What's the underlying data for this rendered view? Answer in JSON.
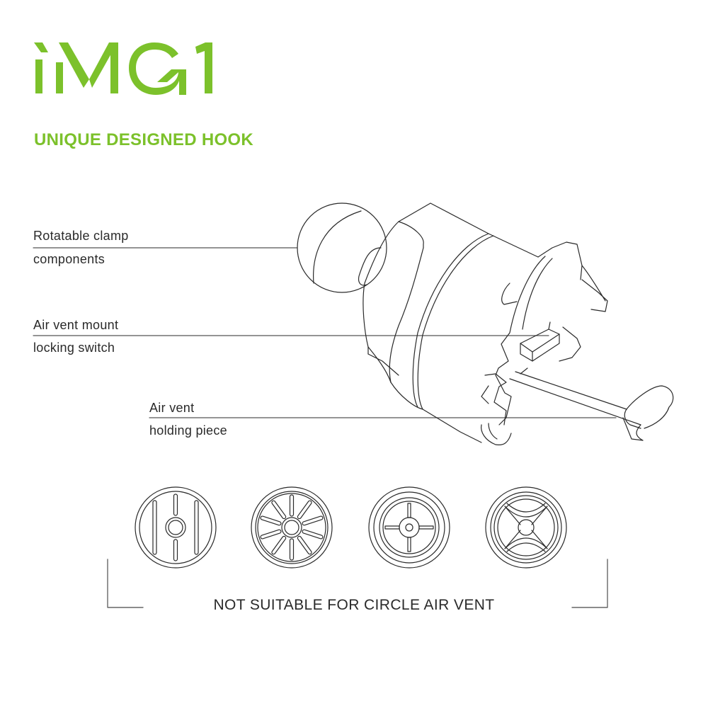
{
  "brand": {
    "logo_text": "iMG1",
    "accent_color": "#7CC12B"
  },
  "headline": "UNIQUE DESIGNED HOOK",
  "callouts": [
    {
      "line1": "Rotatable clamp",
      "line2": "components"
    },
    {
      "line1": "Air vent mount",
      "line2": "locking switch"
    },
    {
      "line1": "Air vent",
      "line2": "holding piece"
    }
  ],
  "vent_types": [
    {
      "name": "vertical-slat-vent-icon"
    },
    {
      "name": "radial-spoke-vent-icon"
    },
    {
      "name": "cross-spoke-vent-icon"
    },
    {
      "name": "x-curve-vent-icon"
    }
  ],
  "footer_note": "NOT SUITABLE FOR CIRCLE AIR VENT",
  "colors": {
    "line": "#2a2a2a",
    "text": "#2a2a2a",
    "background": "#ffffff"
  }
}
